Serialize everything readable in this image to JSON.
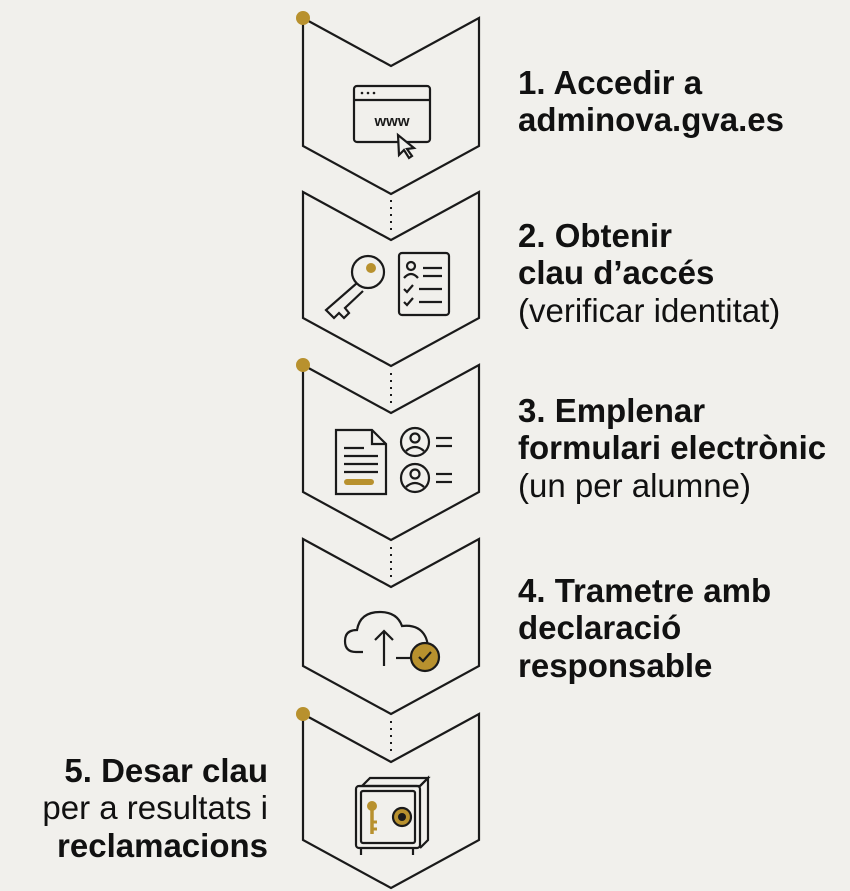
{
  "colors": {
    "background": "#f1f0ec",
    "line": "#1a1a1a",
    "accent": "#b8912e"
  },
  "steps": [
    {
      "title_lines": [
        "1. Accedir a",
        "adminova.gva.es"
      ],
      "sub_lines": [],
      "icon": "browser-www-icon"
    },
    {
      "title_lines": [
        "2. Obtenir",
        "clau d’accés"
      ],
      "sub_lines": [
        "(verificar identitat)"
      ],
      "icon": "key-id-card-icon"
    },
    {
      "title_lines": [
        "3. Emplenar",
        "formulari electrònic"
      ],
      "sub_lines": [
        "(un per alumne)"
      ],
      "icon": "form-users-icon"
    },
    {
      "title_lines": [
        "4. Trametre amb",
        "declaració",
        "responsable"
      ],
      "sub_lines": [],
      "icon": "cloud-upload-check-icon"
    },
    {
      "title_lines": [
        "5. Desar clau"
      ],
      "sub_lines": [
        "per a resultats i"
      ],
      "title_lines_after": [
        "reclamacions"
      ],
      "icon": "safe-key-icon"
    }
  ],
  "icons": {
    "browser_text": "www"
  }
}
